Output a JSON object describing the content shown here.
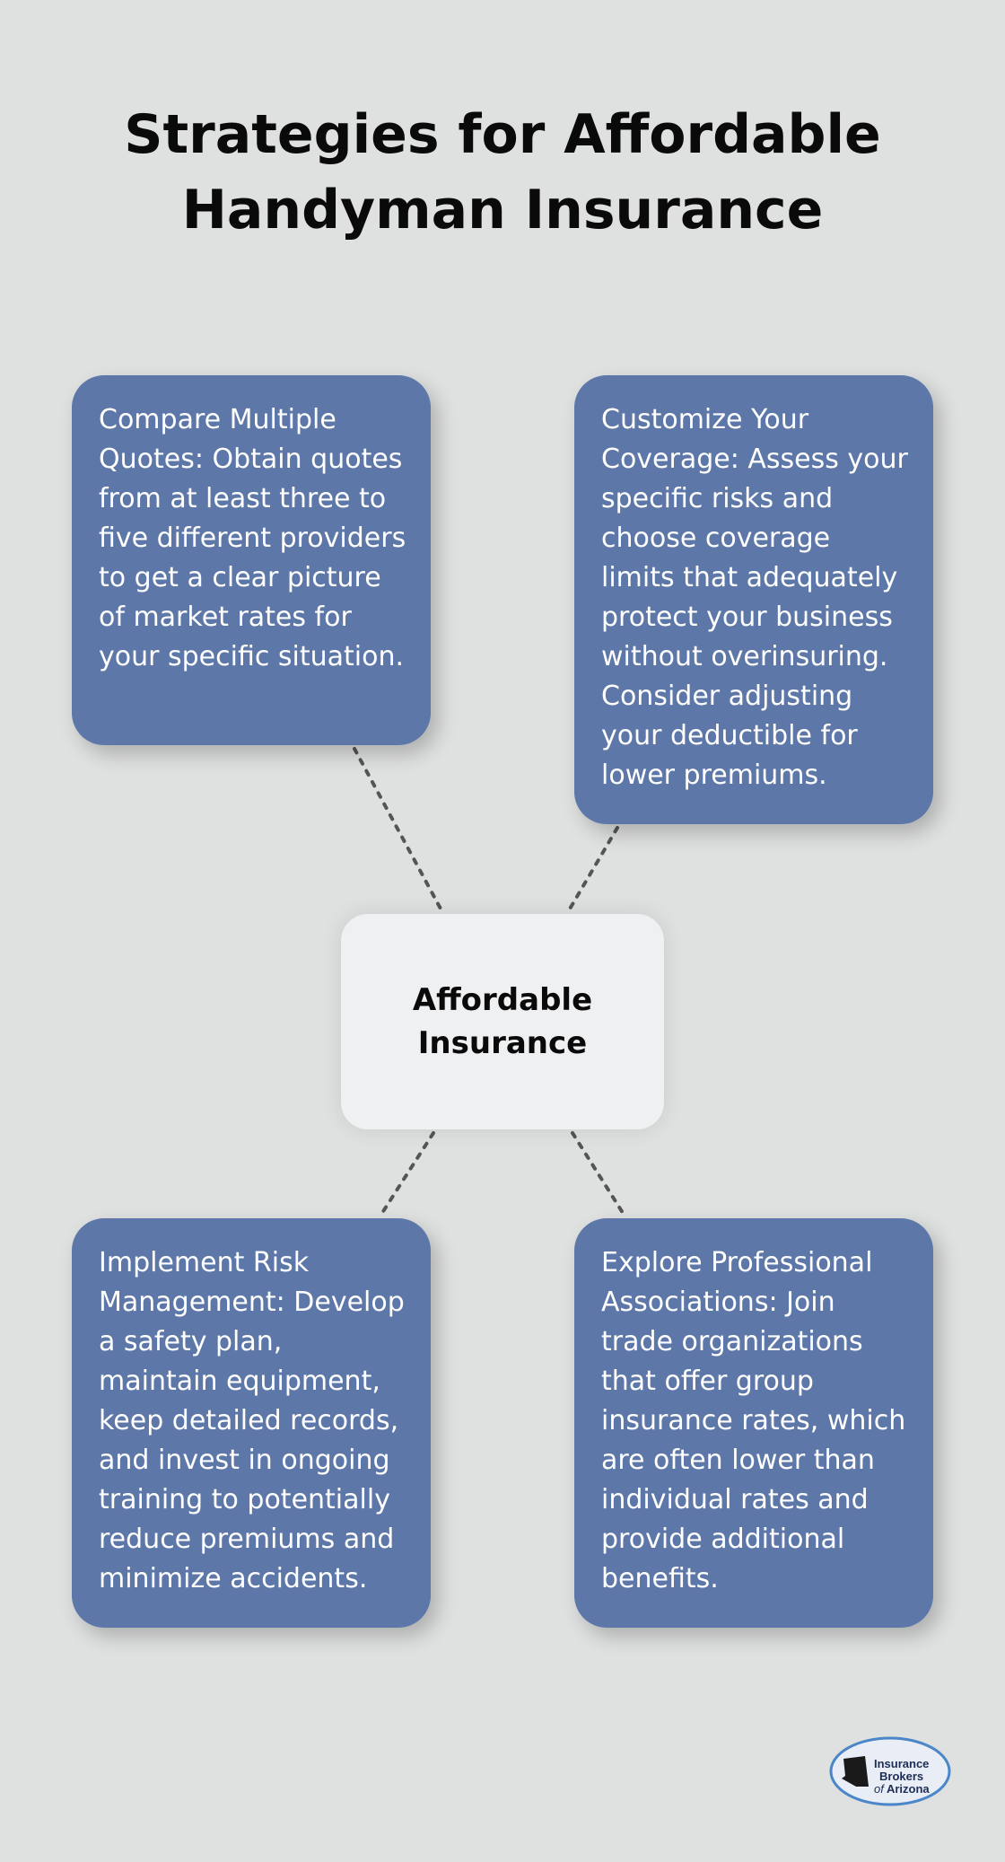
{
  "title": {
    "line1": "Strategies for Affordable",
    "line2": "Handyman Insurance"
  },
  "center": {
    "label": "Affordable Insurance"
  },
  "cards": {
    "compare": "Compare Multiple Quotes: Obtain quotes from at least three to five different providers to get a clear picture of market rates for your specific situation.",
    "customize": "Customize Your Coverage: Assess your specific risks and choose coverage limits that adequately protect your business without overinsuring. Consider adjusting your deductible for lower premiums.",
    "risk": "Implement Risk Management: Develop a safety plan, maintain equipment, keep detailed records, and invest in ongoing training to potentially reduce premiums and minimize accidents.",
    "associations": "Explore Professional Associations: Join trade organizations that offer group insurance rates, which are often lower than individual rates and provide additional benefits."
  },
  "logo": {
    "line1": "Insurance",
    "line2": "Brokers",
    "line3_prefix": "of",
    "line3_name": "Arizona"
  },
  "colors": {
    "background": "#dfe0e0",
    "card": "#5c77a8",
    "center": "#eff0f2",
    "connector": "#555555"
  }
}
